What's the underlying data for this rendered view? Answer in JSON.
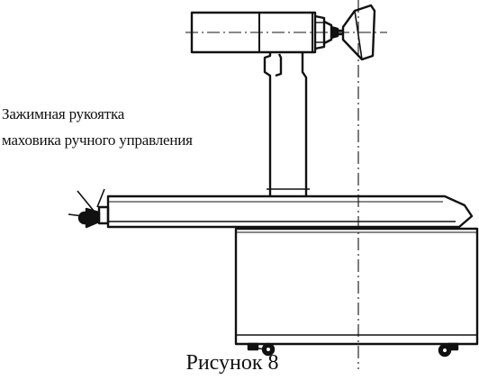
{
  "callout": {
    "line1": "Зажимная рукоятка",
    "line2": "маховика ручного управления"
  },
  "caption": "Рисунок 8",
  "colors": {
    "ink": "#111111",
    "background": "#ffffff"
  }
}
